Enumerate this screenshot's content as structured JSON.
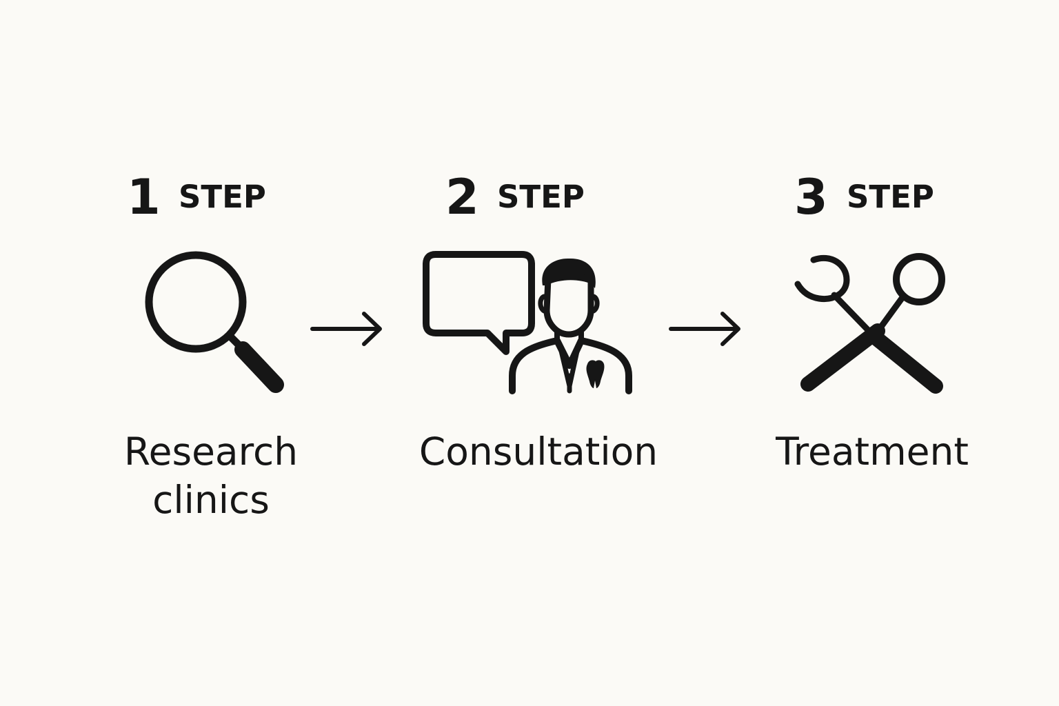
{
  "steps": [
    {
      "number": "1",
      "word": "STEP",
      "label_lines": [
        "Research",
        "clinics"
      ],
      "icon": "magnifying-glass-icon"
    },
    {
      "number": "2",
      "word": "STEP",
      "label_lines": [
        "Consultation"
      ],
      "icon": "dentist-consultation-icon"
    },
    {
      "number": "3",
      "word": "STEP",
      "label_lines": [
        "Treatment"
      ],
      "icon": "dental-tools-icon"
    }
  ],
  "connectors": [
    "arrow-right-icon",
    "arrow-right-icon"
  ],
  "colors": {
    "background": "#fbfaf6",
    "ink": "#161616"
  }
}
